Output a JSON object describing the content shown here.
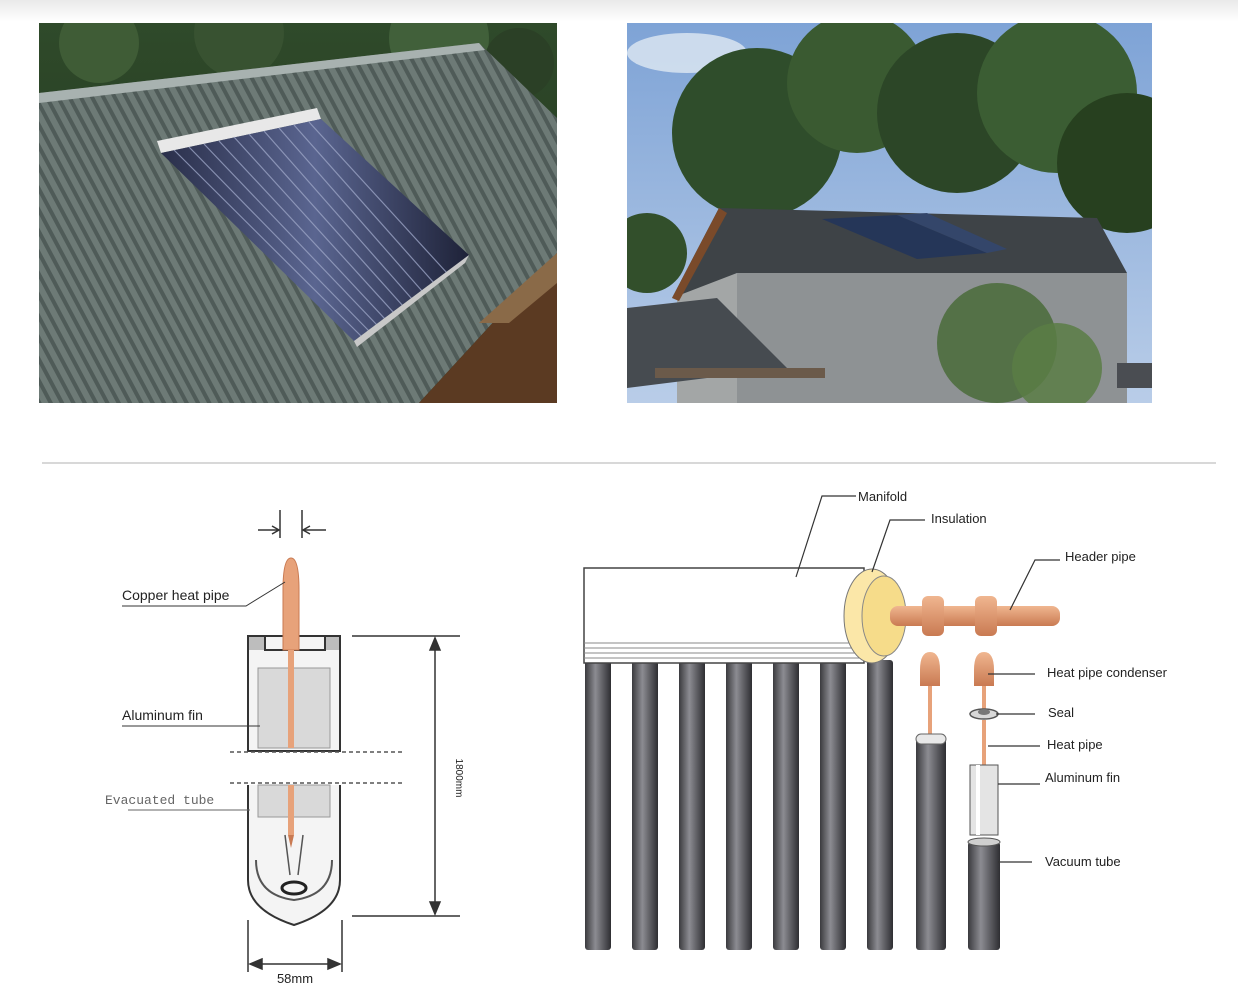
{
  "photos": [
    {
      "name": "roof-solar-collector-photo"
    },
    {
      "name": "house-with-solar-panels-photo"
    }
  ],
  "tube_diagram": {
    "copper_heat_pipe": "Copper  heat pipe",
    "aluminum_fin": "Aluminum fin",
    "evacuated_tube": "Evacuated tube",
    "length": "1800mm",
    "diameter": "58mm"
  },
  "manifold_diagram": {
    "manifold": "Manifold",
    "insulation": "Insulation",
    "header_pipe": "Header pipe",
    "heat_pipe_condenser": "Heat pipe condenser",
    "seal": "Seal",
    "heat_pipe": "Heat pipe",
    "aluminum_fin": "Aluminum fin",
    "vacuum_tube": "Vacuum tube"
  },
  "colors": {
    "copper": "#e7a27a",
    "copper_dark": "#c97a52",
    "insulation": "#fbe7a8",
    "tube_dark": "#5c5c60"
  }
}
